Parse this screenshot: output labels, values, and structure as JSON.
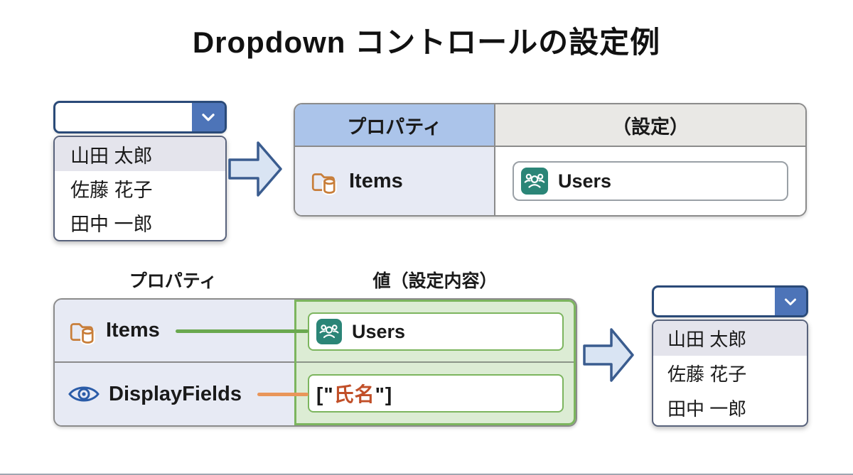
{
  "title": "Dropdown コントロールの設定例",
  "source_dropdown": {
    "items": [
      "山田 太郎",
      "佐藤 花子",
      "田中 一郎"
    ],
    "highlighted_index": 0
  },
  "top_table": {
    "header": {
      "property": "プロパティ",
      "setting": "（設定）"
    },
    "row": {
      "property": "Items",
      "property_icon": "folder-database-icon",
      "value": "Users",
      "value_icon": "users-icon"
    }
  },
  "bottom_table": {
    "header": {
      "property": "プロパティ",
      "value": "値（設定内容）"
    },
    "rows": [
      {
        "property": "Items",
        "property_icon": "folder-database-icon",
        "value": "Users",
        "value_icon": "users-icon",
        "connector": "green"
      },
      {
        "property": "DisplayFields",
        "property_icon": "eye-icon",
        "value_parts": {
          "open": "[\"",
          "field": "氏名",
          "close": "\"]"
        },
        "connector": "orange"
      }
    ]
  },
  "result_dropdown": {
    "items": [
      "山田 太郎",
      "佐藤 花子",
      "田中 一郎"
    ],
    "highlighted_index": 0
  },
  "icons": {
    "chevron-down": "⌄",
    "folder-database": "🗀",
    "users": "👥",
    "eye": "👁",
    "flow-arrow": "➡"
  },
  "colors": {
    "accent-blue": "#4d74b8",
    "navy-border": "#2a4a78",
    "list-border": "#59637c",
    "highlight-row": "#e4e4ec",
    "arrow-fill": "#d9e4f3",
    "arrow-stroke": "#3a5c8f",
    "header-blue": "#abc4ea",
    "header-gray": "#e9e8e5",
    "cell-lavender": "#e7eaf4",
    "cell-green": "#dcecd4",
    "green-border": "#7cb55e",
    "chip-border": "#9aa0a6",
    "teal": "#2b8577",
    "orange-icon": "#c87e3a",
    "eye-blue": "#2b5ca8",
    "green-line": "#6aa84f",
    "orange-line": "#e9965a",
    "code-red": "#c14f28",
    "table-border": "#8b8b8b",
    "text": "#1a1a1a"
  }
}
